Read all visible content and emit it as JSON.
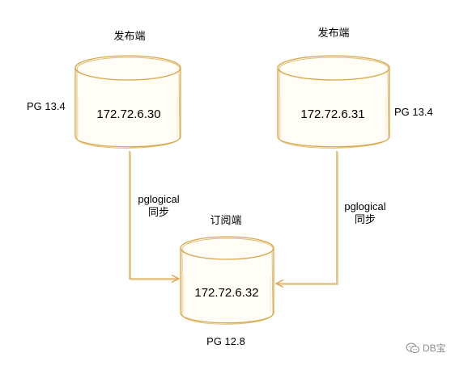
{
  "colors": {
    "stroke": "#d6a84a",
    "stroke_dark": "#c99a32",
    "fill": "#fffdf6",
    "arrow": "#d6a84a",
    "text": "#000000",
    "watermark": "#8a8a8a"
  },
  "nodes": {
    "publisher_1": {
      "role": "发布端",
      "ip": "172.72.6.30",
      "version": "PG 13.4"
    },
    "publisher_2": {
      "role": "发布端",
      "ip": "172.72.6.31",
      "version": "PG 13.4"
    },
    "subscriber": {
      "role": "订阅端",
      "ip": "172.72.6.32",
      "version": "PG 12.8"
    }
  },
  "edges": [
    {
      "from": "172.72.6.30",
      "to": "172.72.6.32",
      "label_line1": "pglogical",
      "label_line2": "同步"
    },
    {
      "from": "172.72.6.31",
      "to": "172.72.6.32",
      "label_line1": "pglogical",
      "label_line2": "同步"
    }
  ],
  "watermark": {
    "icon": "wechat-icon",
    "text": "DB宝"
  }
}
